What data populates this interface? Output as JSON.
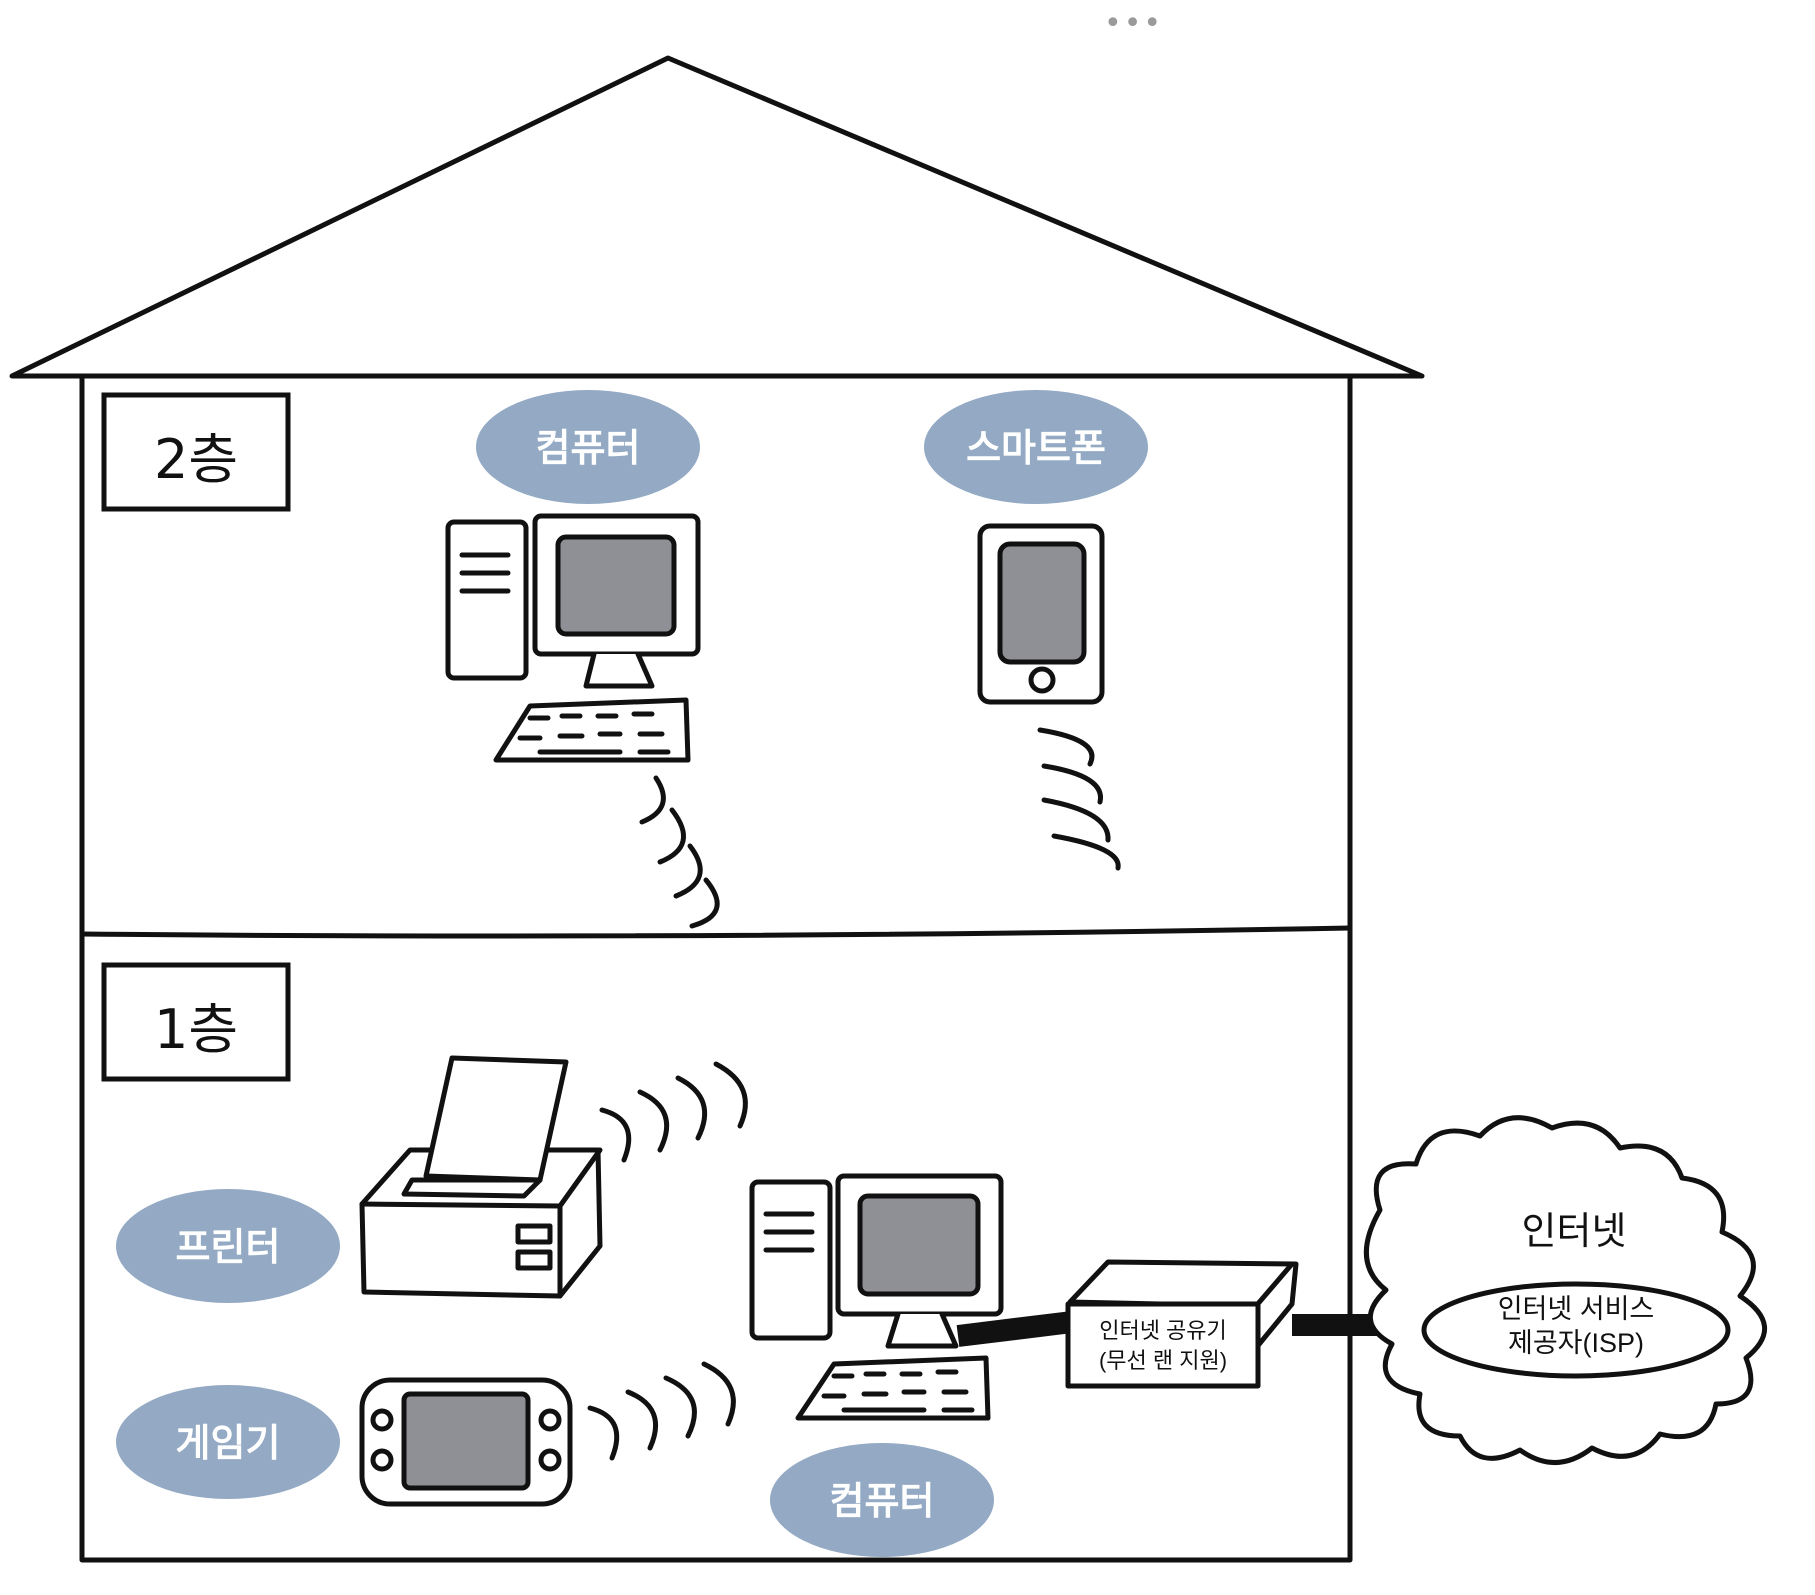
{
  "colors": {
    "stroke": "#111111",
    "bubble": "#93a9c4",
    "screen": "#8e9095",
    "background": "#ffffff"
  },
  "more_menu": {
    "icon": "more-horizontal-icon",
    "label": "•••"
  },
  "floors": {
    "upper": {
      "label": "2층"
    },
    "lower": {
      "label": "1층"
    }
  },
  "devices": {
    "upper_computer": {
      "label": "컴퓨터"
    },
    "smartphone": {
      "label": "스마트폰"
    },
    "printer": {
      "label": "프린터"
    },
    "game_console": {
      "label": "게임기"
    },
    "lower_computer": {
      "label": "컴퓨터"
    }
  },
  "router": {
    "line1": "인터넷 공유기",
    "line2": "(무선 랜 지원)"
  },
  "internet": {
    "label": "인터넷",
    "isp_line1": "인터넷 서비스",
    "isp_line2": "제공자(ISP)"
  }
}
